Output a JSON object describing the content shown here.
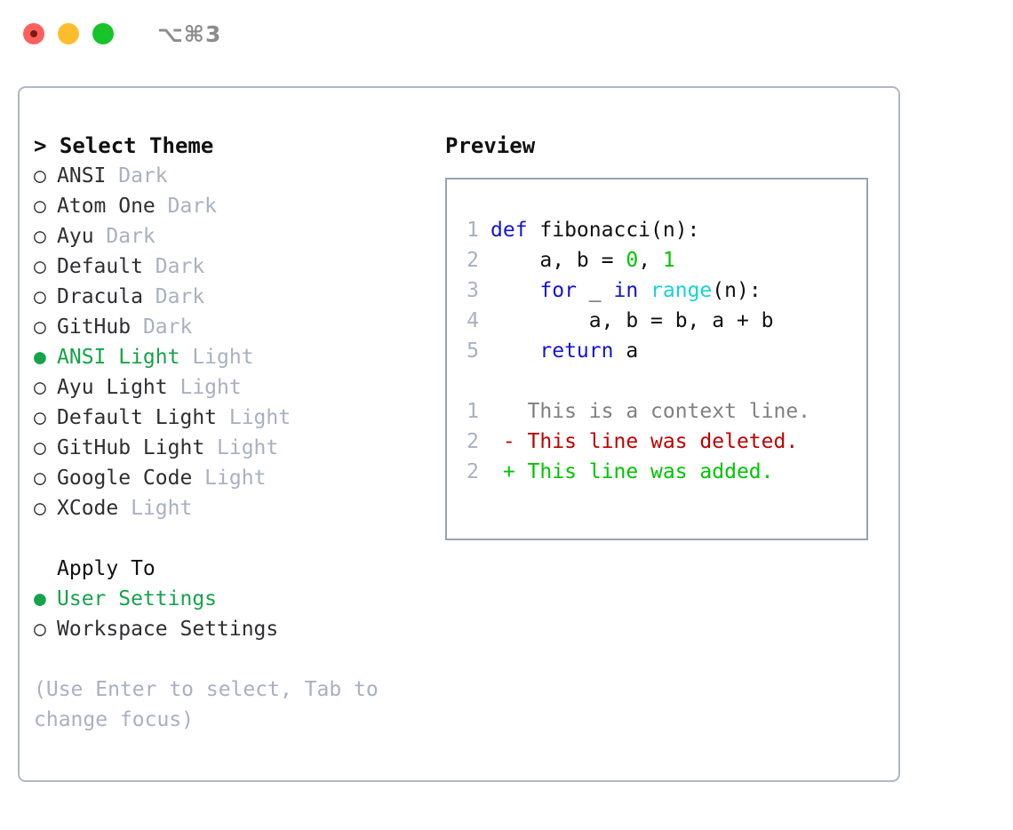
{
  "window": {
    "title": "⌥⌘3",
    "traffic_lights": [
      {
        "name": "close",
        "color": "#ff605c"
      },
      {
        "name": "minimize",
        "color": "#ffbd2e"
      },
      {
        "name": "zoom",
        "color": "#17c429"
      }
    ]
  },
  "colors": {
    "accent_green": "#16a34a",
    "muted": "#a8b1c0",
    "text": "#2e2e33",
    "border": "#b0b8c4",
    "preview_border": "#97a3b4",
    "keyword": "#1414d2",
    "number": "#00c400",
    "builtin": "#18d2d2",
    "diff_added": "#00c400",
    "diff_deleted": "#c00000",
    "diff_context": "#808080"
  },
  "theme_selector": {
    "caret": ">",
    "heading": "Select Theme",
    "bullet_selected": "●",
    "bullet_unselected": "○",
    "items": [
      {
        "label": "ANSI",
        "tag": "Dark",
        "selected": false
      },
      {
        "label": "Atom One",
        "tag": "Dark",
        "selected": false
      },
      {
        "label": "Ayu",
        "tag": "Dark",
        "selected": false
      },
      {
        "label": "Default",
        "tag": "Dark",
        "selected": false
      },
      {
        "label": "Dracula",
        "tag": "Dark",
        "selected": false
      },
      {
        "label": "GitHub",
        "tag": "Dark",
        "selected": false
      },
      {
        "label": "ANSI Light",
        "tag": "Light",
        "selected": true
      },
      {
        "label": "Ayu Light",
        "tag": "Light",
        "selected": false
      },
      {
        "label": "Default Light",
        "tag": "Light",
        "selected": false
      },
      {
        "label": "GitHub Light",
        "tag": "Light",
        "selected": false
      },
      {
        "label": "Google Code",
        "tag": "Light",
        "selected": false
      },
      {
        "label": "XCode",
        "tag": "Light",
        "selected": false
      }
    ]
  },
  "apply_to": {
    "heading": "Apply To",
    "items": [
      {
        "label": "User Settings",
        "selected": true
      },
      {
        "label": "Workspace Settings",
        "selected": false
      }
    ]
  },
  "hint": "(Use Enter to select, Tab to change focus)",
  "preview": {
    "heading": "Preview",
    "code_lines": [
      {
        "number": "1",
        "tokens": [
          {
            "text": "def ",
            "kind": "keyword"
          },
          {
            "text": "fibonacci(n):",
            "kind": "plain"
          }
        ]
      },
      {
        "number": "2",
        "tokens": [
          {
            "text": "    a, b = ",
            "kind": "plain"
          },
          {
            "text": "0",
            "kind": "number"
          },
          {
            "text": ", ",
            "kind": "plain"
          },
          {
            "text": "1",
            "kind": "number"
          }
        ]
      },
      {
        "number": "3",
        "tokens": [
          {
            "text": "    ",
            "kind": "plain"
          },
          {
            "text": "for",
            "kind": "keyword"
          },
          {
            "text": " _ ",
            "kind": "plain"
          },
          {
            "text": "in",
            "kind": "keyword"
          },
          {
            "text": " ",
            "kind": "plain"
          },
          {
            "text": "range",
            "kind": "builtin"
          },
          {
            "text": "(n):",
            "kind": "plain"
          }
        ]
      },
      {
        "number": "4",
        "tokens": [
          {
            "text": "        a, b = b, a + b",
            "kind": "plain"
          }
        ]
      },
      {
        "number": "5",
        "tokens": [
          {
            "text": "    ",
            "kind": "plain"
          },
          {
            "text": "return",
            "kind": "keyword"
          },
          {
            "text": " a",
            "kind": "plain"
          }
        ]
      }
    ],
    "diff_lines": [
      {
        "number": "1",
        "marker": "  ",
        "text": "This is a context line.",
        "kind": "context"
      },
      {
        "number": "2",
        "marker": "- ",
        "text": "This line was deleted.",
        "kind": "deleted"
      },
      {
        "number": "2",
        "marker": "+ ",
        "text": "This line was added.",
        "kind": "added"
      }
    ]
  }
}
